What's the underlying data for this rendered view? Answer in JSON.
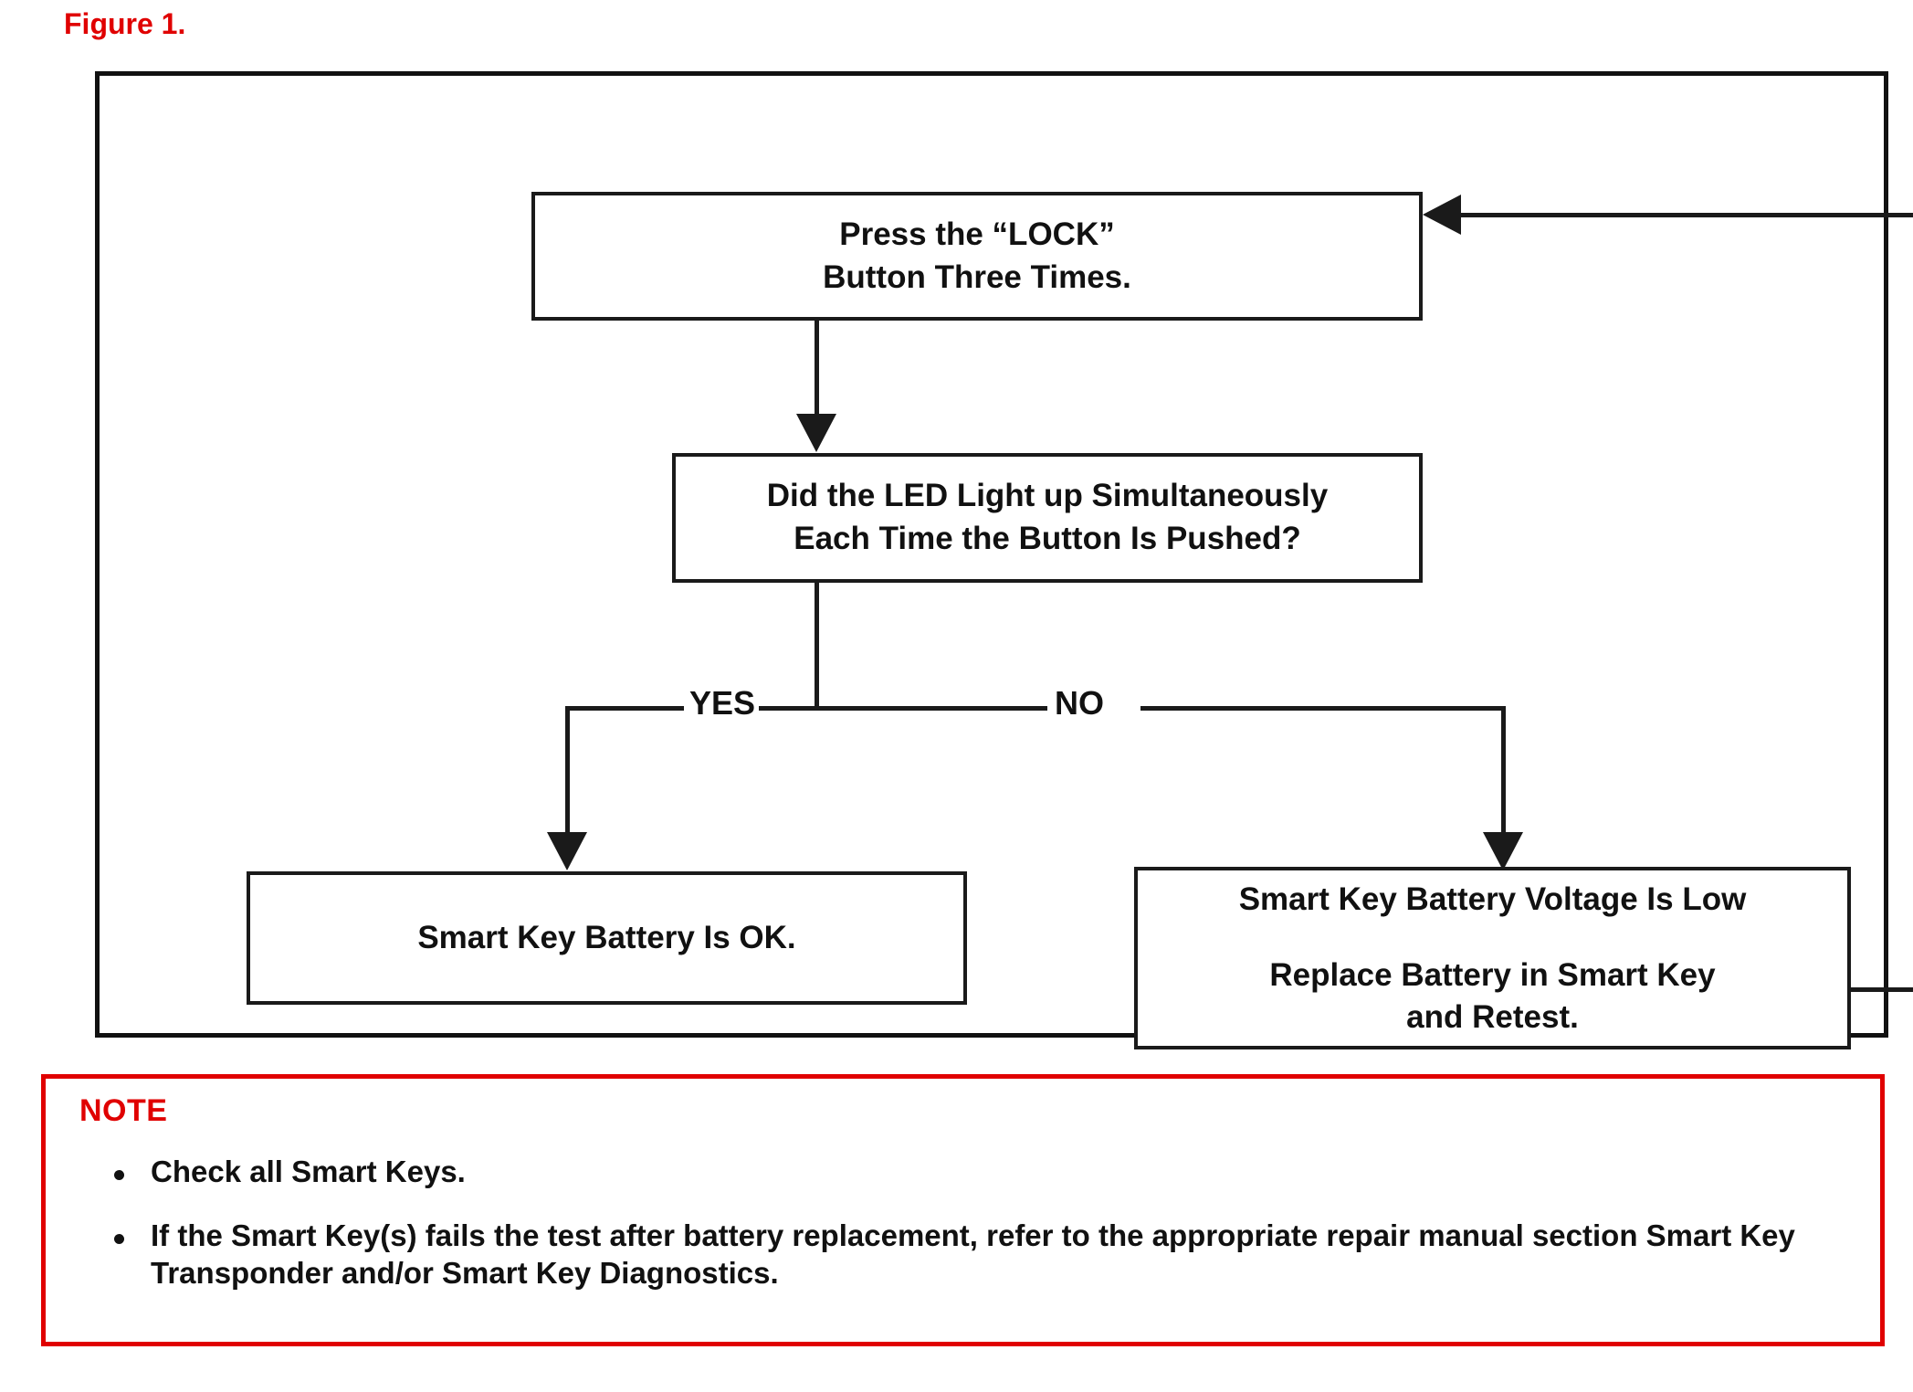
{
  "figure": {
    "caption": "Figure 1.",
    "caption_color": "#e00000"
  },
  "flowchart": {
    "type": "flowchart",
    "border_color": "#111111",
    "nodes": [
      {
        "id": "press-lock",
        "kind": "process",
        "lines": [
          "Press the “LOCK”",
          "Button Three Times."
        ]
      },
      {
        "id": "led-question",
        "kind": "decision",
        "lines": [
          "Did the LED Light up Simultaneously",
          "Each Time the Button Is Pushed?"
        ]
      },
      {
        "id": "battery-ok",
        "kind": "terminal",
        "lines": [
          "Smart Key Battery Is OK."
        ]
      },
      {
        "id": "battery-low",
        "kind": "process",
        "lines": [
          "Smart Key Battery Voltage Is Low",
          "Replace Battery in Smart Key",
          "and Retest."
        ]
      }
    ],
    "branch_labels": {
      "yes": "YES",
      "no": "NO"
    },
    "edges": [
      {
        "from": "press-lock",
        "to": "led-question",
        "label": ""
      },
      {
        "from": "led-question",
        "to": "battery-ok",
        "label": "YES"
      },
      {
        "from": "led-question",
        "to": "battery-low",
        "label": "NO"
      },
      {
        "from": "battery-low",
        "to": "press-lock",
        "label": ""
      }
    ]
  },
  "note": {
    "title": "NOTE",
    "border_color": "#e00000",
    "items": [
      "Check all Smart Keys.",
      "If the Smart Key(s) fails the test after battery replacement, refer to the appropriate repair manual section Smart Key Transponder and/or Smart Key Diagnostics."
    ]
  }
}
